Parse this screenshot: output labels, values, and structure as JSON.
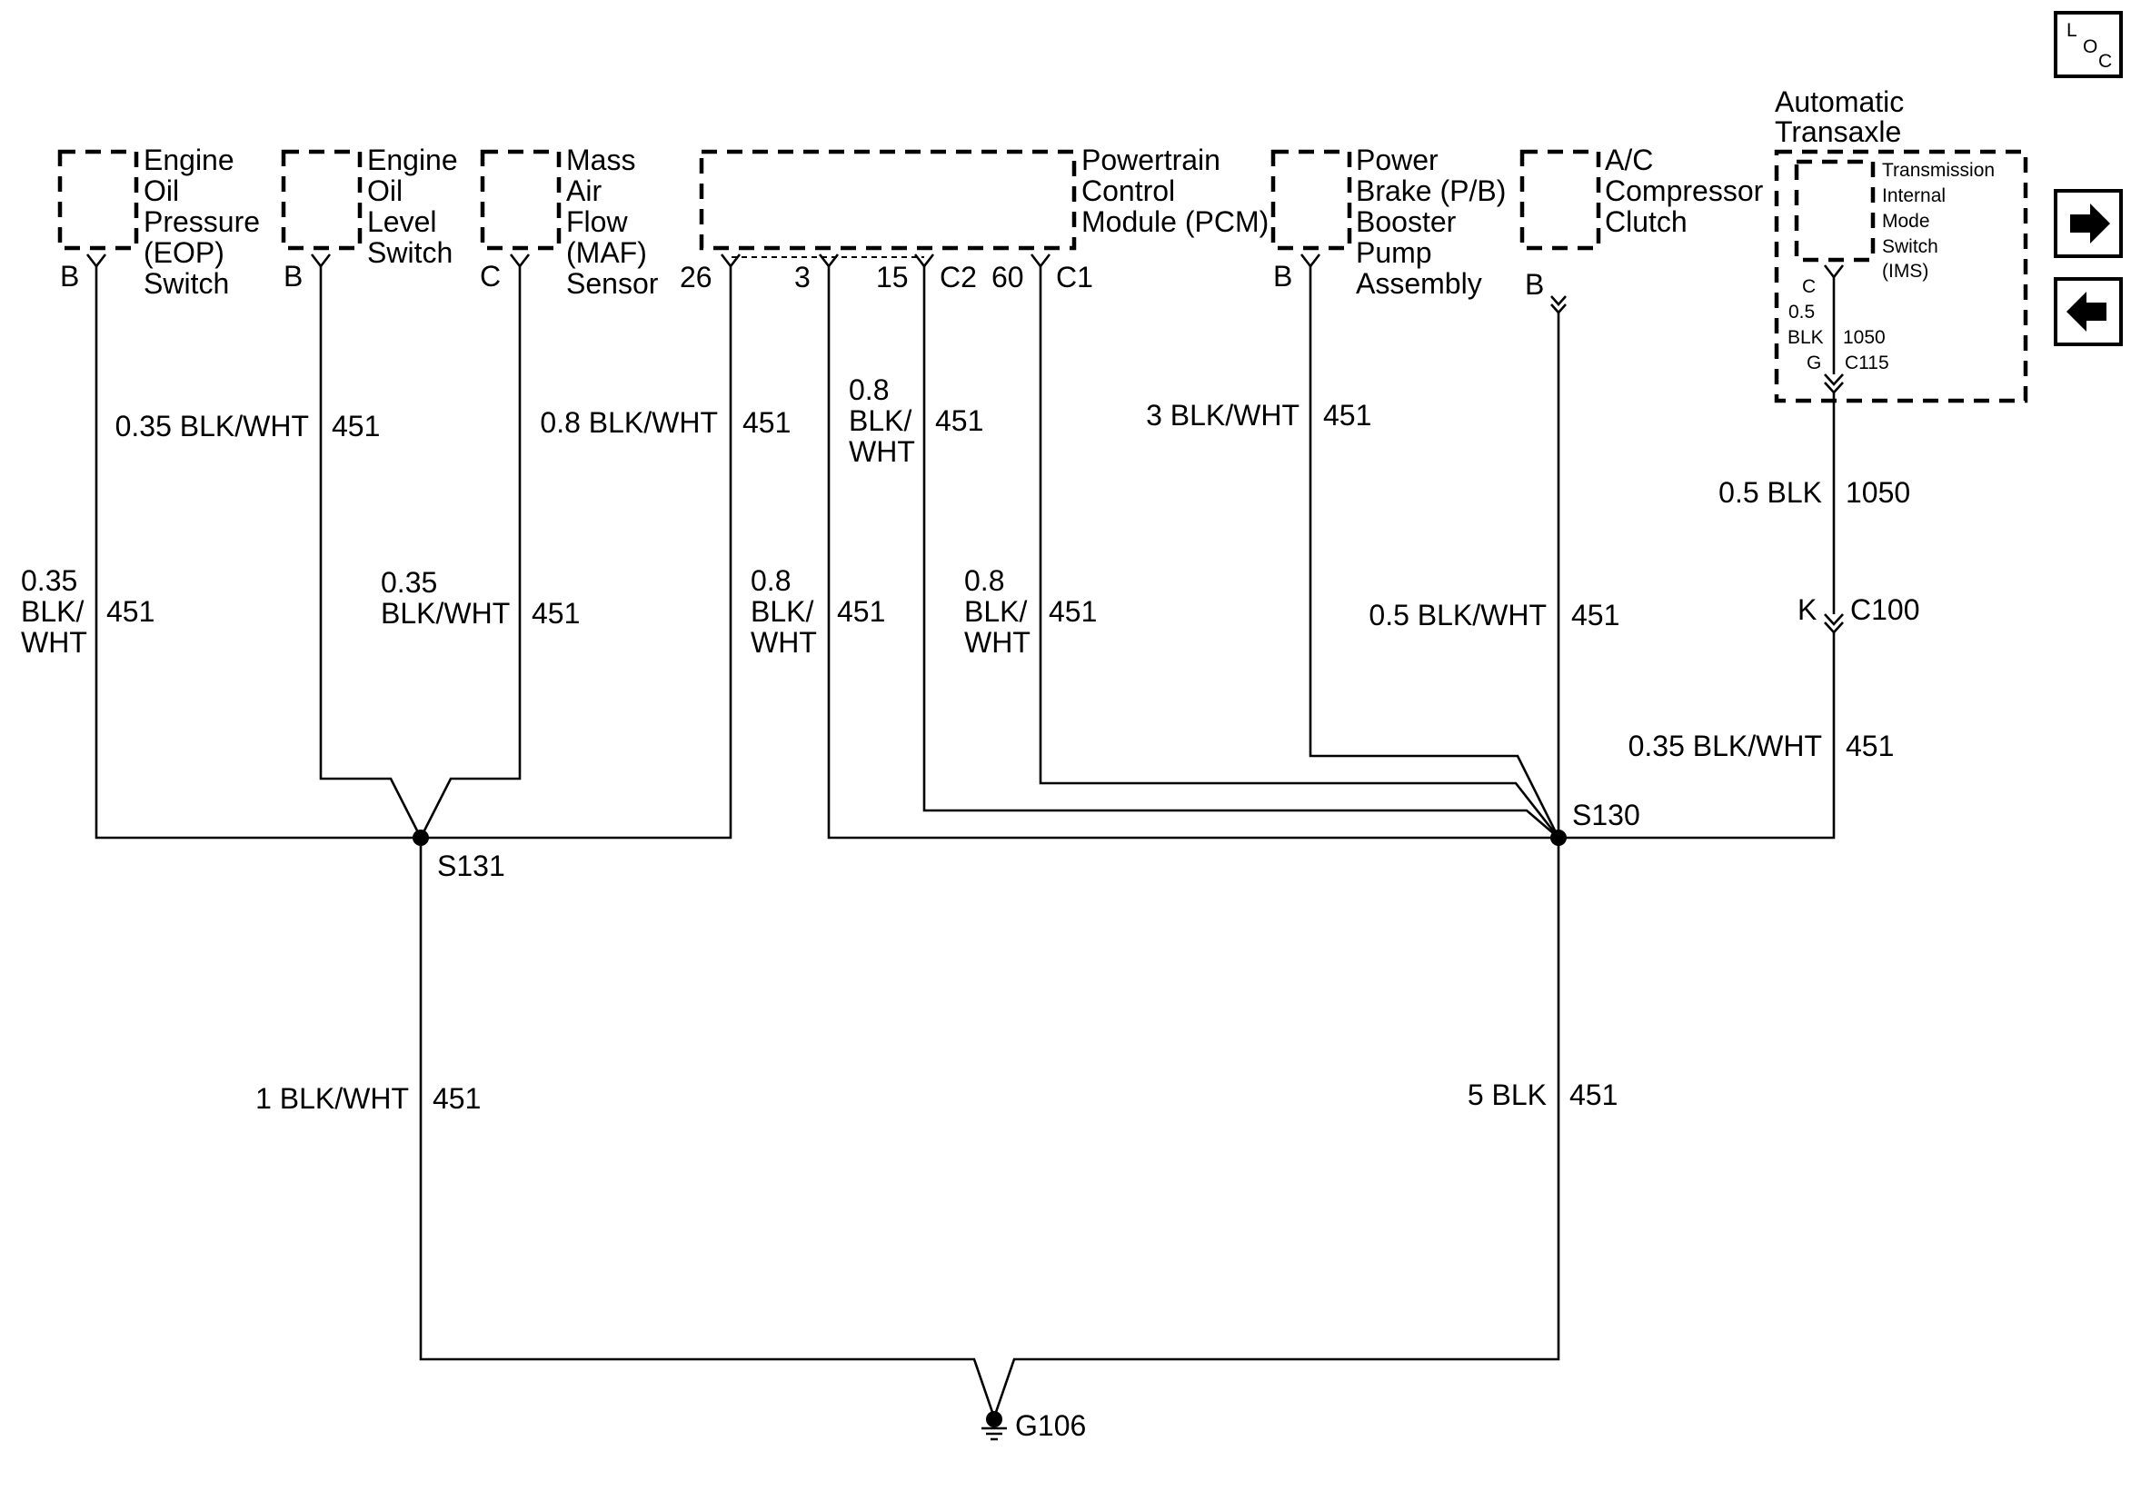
{
  "loc_icon": {
    "l": "L",
    "o": "O",
    "c": "C"
  },
  "nav": {
    "next_icon": "arrow-right-icon",
    "prev_icon": "arrow-left-icon"
  },
  "components": {
    "eop": {
      "lines": [
        "Engine",
        "Oil",
        "Pressure",
        "(EOP)",
        "Switch"
      ],
      "pin": "B"
    },
    "oil_level": {
      "lines": [
        "Engine",
        "Oil",
        "Level",
        "Switch"
      ],
      "pin": "B"
    },
    "maf": {
      "lines": [
        "Mass",
        "Air",
        "Flow",
        "(MAF)",
        "Sensor"
      ],
      "pin": "C"
    },
    "pcm": {
      "lines": [
        "Powertrain",
        "Control",
        "Module (PCM)"
      ],
      "pins": [
        "26",
        "3",
        "15",
        "C2",
        "60",
        "C1"
      ]
    },
    "pb_booster": {
      "lines": [
        "Power",
        "Brake (P/B)",
        "Booster",
        "Pump",
        "Assembly"
      ],
      "pin": "B"
    },
    "ac_clutch": {
      "lines": [
        "A/C",
        "Compressor",
        "Clutch"
      ],
      "pin": "B"
    },
    "transaxle": {
      "title": [
        "Automatic",
        "Transaxle"
      ],
      "ims_lines": [
        "Transmission",
        "Internal",
        "Mode",
        "Switch",
        "(IMS)"
      ],
      "pin": "C",
      "wire_gauge": "0.5",
      "wire_color": "BLK",
      "circuit": "1050",
      "connector_pin": "G",
      "connector": "C115"
    }
  },
  "wires": {
    "eop": {
      "size": "0.35",
      "color_a": "BLK/",
      "color_b": "WHT",
      "circuit": "451"
    },
    "oil_level_upper": {
      "spec": "0.35 BLK/WHT",
      "circuit": "451"
    },
    "oil_level_lower": {
      "size": "0.35",
      "color": "BLK/WHT",
      "circuit": "451"
    },
    "maf": {
      "spec": "0.8 BLK/WHT",
      "circuit": "451"
    },
    "pcm_26": {
      "size": "0.8",
      "color_a": "BLK/",
      "color_b": "WHT",
      "circuit": "451"
    },
    "pcm_3": {
      "size": "0.8",
      "color_a": "BLK/",
      "color_b": "WHT",
      "circuit": "451"
    },
    "pcm_60": {
      "size": "0.8",
      "color_a": "BLK/",
      "color_b": "WHT",
      "circuit": "451"
    },
    "pb_booster": {
      "spec": "3 BLK/WHT",
      "circuit": "451"
    },
    "ac_clutch": {
      "spec": "0.5 BLK/WHT",
      "circuit": "451"
    },
    "ims_upper": {
      "spec": "0.5 BLK",
      "circuit": "1050"
    },
    "ims_connector": {
      "pin": "K",
      "connector": "C100"
    },
    "ims_lower": {
      "spec": "0.35 BLK/WHT",
      "circuit": "451"
    },
    "s131_ground": {
      "spec": "1 BLK/WHT",
      "circuit": "451"
    },
    "s130_ground": {
      "spec": "5 BLK",
      "circuit": "451"
    }
  },
  "splices": {
    "s131": "S131",
    "s130": "S130"
  },
  "ground": "G106"
}
